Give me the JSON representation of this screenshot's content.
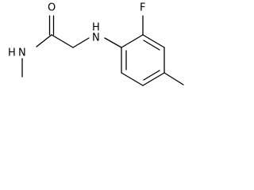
{
  "labels": {
    "oxygen": "O",
    "amide_nitrogen": "N",
    "amide_hydrogen": "H",
    "amine_nitrogen": "N",
    "amine_hydrogen": "H",
    "fluorine": "F"
  },
  "colors": {
    "bond": "#000000",
    "label": "#000000",
    "background": "#ffffff"
  }
}
